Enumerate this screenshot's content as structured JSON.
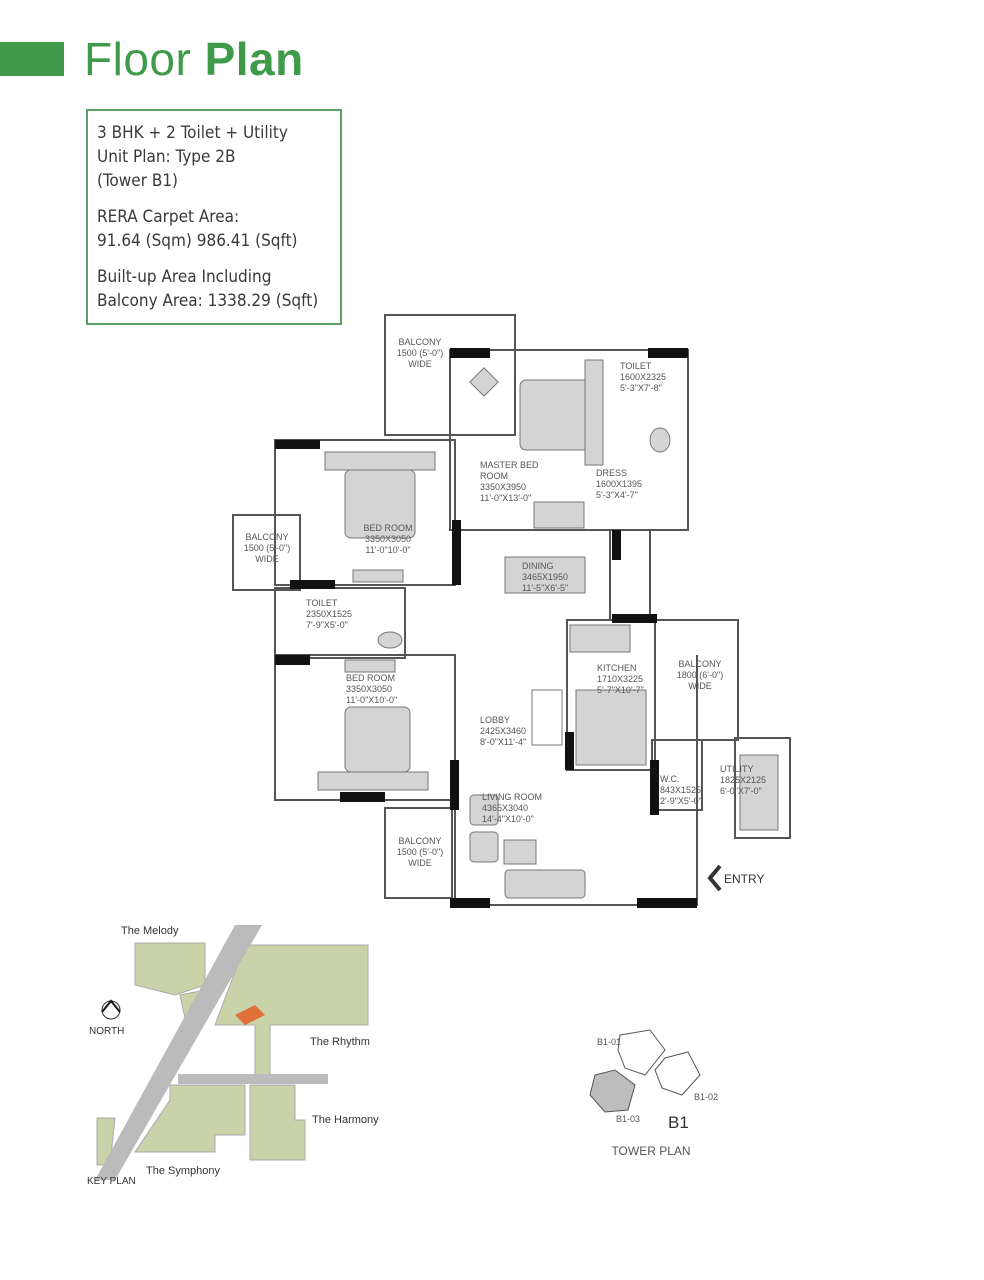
{
  "header": {
    "title_light": "Floor ",
    "title_bold": "Plan"
  },
  "info": {
    "config": "3 BHK + 2 Toilet + Utility",
    "unit_plan": "Unit Plan: Type 2B",
    "tower": "(Tower B1)",
    "rera_label": "RERA Carpet Area:",
    "rera_value": "91.64 (Sqm) 986.41 (Sqft)",
    "builtup_label": "Built-up Area Including",
    "builtup_value": "Balcony Area: 1338.29 (Sqft)"
  },
  "rooms": {
    "balcony_top": [
      "BALCONY",
      "1500 (5'-0\")",
      "WIDE"
    ],
    "master_bed": [
      "MASTER BED",
      "ROOM",
      "3350X3950",
      "11'-0\"X13'-0\""
    ],
    "toilet_master": [
      "TOILET",
      "1600X2325",
      "5'-3\"X7'-8\""
    ],
    "dress": [
      "DRESS",
      "1600X1395",
      "5'-3\"X4'-7\""
    ],
    "bed_room_1": [
      "BED ROOM",
      "3350X3050",
      "11'-0\"10'-0\""
    ],
    "balcony_left": [
      "BALCONY",
      "1500 (5'-0\")",
      "WIDE"
    ],
    "dining": [
      "DINING",
      "3465X1950",
      "11'-5\"X6'-5\""
    ],
    "toilet_common": [
      "TOILET",
      "2350X1525",
      "7'-9\"X5'-0\""
    ],
    "bed_room_2": [
      "BED ROOM",
      "3350X3050",
      "11'-0\"X10'-0\""
    ],
    "kitchen": [
      "KITCHEN",
      "1710X3225",
      "5'-7\"X10'-7\""
    ],
    "balcony_kitchen": [
      "BALCONY",
      "1800 (6'-0\")",
      "WIDE"
    ],
    "lobby": [
      "LOBBY",
      "2425X3460",
      "8'-0\"X11'-4\""
    ],
    "utility": [
      "UTILITY",
      "1825X2125",
      "6'-0\"X7'-0\""
    ],
    "wc": [
      "W.C.",
      "843X1525",
      "2'-9\"X5'-0\""
    ],
    "living_room": [
      "LIVING ROOM",
      "4365X3040",
      "14'-4\"X10'-0\""
    ],
    "balcony_bottom": [
      "BALCONY",
      "1500 (5'-0\")",
      "WIDE"
    ],
    "entry": "ENTRY"
  },
  "key_plan": {
    "title": "KEY PLAN",
    "north": "NORTH",
    "labels": [
      "The Melody",
      "The Rhythm",
      "The Harmony",
      "The Symphony"
    ],
    "highlight_color": "#e0703a",
    "land_color": "#c9d2a9"
  },
  "tower_plan": {
    "title": "TOWER PLAN",
    "tower": "B1",
    "units": [
      "B1-01",
      "B1-02",
      "B1-03"
    ]
  },
  "colors": {
    "brand_green": "#3f9b4a",
    "box_border": "#5aa164"
  }
}
